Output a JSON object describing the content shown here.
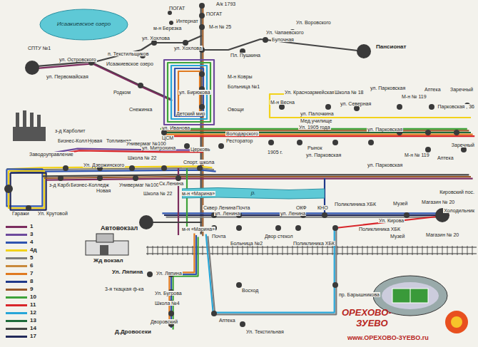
{
  "diagram": {
    "nodes": [
      {
        "text": [
          "Исаакиевское озеро"
        ]
      },
      {
        "text": [
          "р."
        ]
      }
    ],
    "labels": [
      "А/к 1793",
      "ПОГАТ",
      "ПОГАТ",
      "Интернат",
      "м-н Березка",
      "М-н № 25",
      "ул. Хохлова",
      "ул. Хохлова",
      "п. Текстильщиков",
      "СПТУ №1",
      "ул. Островского",
      "ул. Первомайская",
      "Исаакиевское озеро",
      "Родком",
      "Снежинка",
      "ул. Бирюкова",
      "Детский мир",
      "Овощи",
      "Больница №1",
      "М-н Ковры",
      "Пл. Пушкина",
      "Ул. Чапаевского",
      "Булочная",
      "Ул. Воровского",
      "Пансионат",
      "Ул. Красноармейская",
      "Школа № 18",
      "М-н Весна",
      "ул. Палочкина",
      "Мед.училище",
      "ул. Северная",
      "ул. Парковская",
      "М-н № 119",
      "Аптека",
      "Заречный",
      "Парковская , 36",
      "Ул. 1905 года",
      "ул. Парковская",
      "ул. Иванова",
      "ЦСМ",
      "ул. Митрохина",
      "Церковь",
      "Володарского",
      "Ресторатор",
      "1905 г.",
      "Рынок",
      "ул. Парковская",
      "М-н № 119",
      "Аптека",
      "Заречный",
      "ул. Парковская",
      "з-д Карболит",
      "Бизнес-Колледж",
      "Новая",
      "Топливная",
      "Универмаг №100",
      "Школа № 22",
      "Заводоуправление",
      "Ул. Дзержинского",
      "Спорт. школа",
      "з-д Карболит",
      "Бизнес-Колледж",
      "Новая",
      "Универмаг №100",
      "Школа № 22",
      "Гаражи",
      "Ул. Крутовой",
      "Ск.Ленина",
      "м-н «Марина»",
      "Сквер Ленина",
      "Почта",
      "ОКФ",
      "КНО",
      "ул. Ленина",
      "ул. Ленина",
      "Поликлиника ХБК",
      "Музей",
      "Магазин № 20",
      "Кировский пос.",
      "Ул. Кирова",
      "Поликлиника ХБК",
      "Музей",
      "Магазин № 20",
      "Холодильник",
      "Автовокзал",
      "Жд вокзал",
      "м-н «Марина»",
      "Почта",
      "Больница №2",
      "Двор стекол",
      "Поликлиника ХБК",
      "Ул. Ляпина",
      "Ул. Ляпина",
      "3-я ткацкая ф-ка",
      "Ул. Бугрова",
      "Школа №4",
      "Дворовский",
      "Д.Дровосеки",
      "Восход",
      "Аптека",
      "Ул. Текстильная",
      "пр. Барышникова",
      "ОРЕХОВО-",
      "ЗУЕВО",
      "www.OPEXOBO-3YEBO.ru"
    ],
    "legend": [
      {
        "text": "1",
        "color": "#7b2d5e"
      },
      {
        "text": "3",
        "color": "#6d4a9c"
      },
      {
        "text": "4",
        "color": "#2f54b0"
      },
      {
        "text": "4д",
        "color": "#f2d21a"
      },
      {
        "text": "5",
        "color": "#7d7d7d"
      },
      {
        "text": "6",
        "color": "#c98a3c"
      },
      {
        "text": "7",
        "color": "#e07a20"
      },
      {
        "text": "8",
        "color": "#203a8a"
      },
      {
        "text": "9",
        "color": "#9a5a2a"
      },
      {
        "text": "10",
        "color": "#3ea33a"
      },
      {
        "text": "11",
        "color": "#d8262a"
      },
      {
        "text": "12",
        "color": "#27a6d8"
      },
      {
        "text": "13",
        "color": "#1f6b3a"
      },
      {
        "text": "14",
        "color": "#444444"
      },
      {
        "text": "17",
        "color": "#222a5a"
      }
    ]
  }
}
